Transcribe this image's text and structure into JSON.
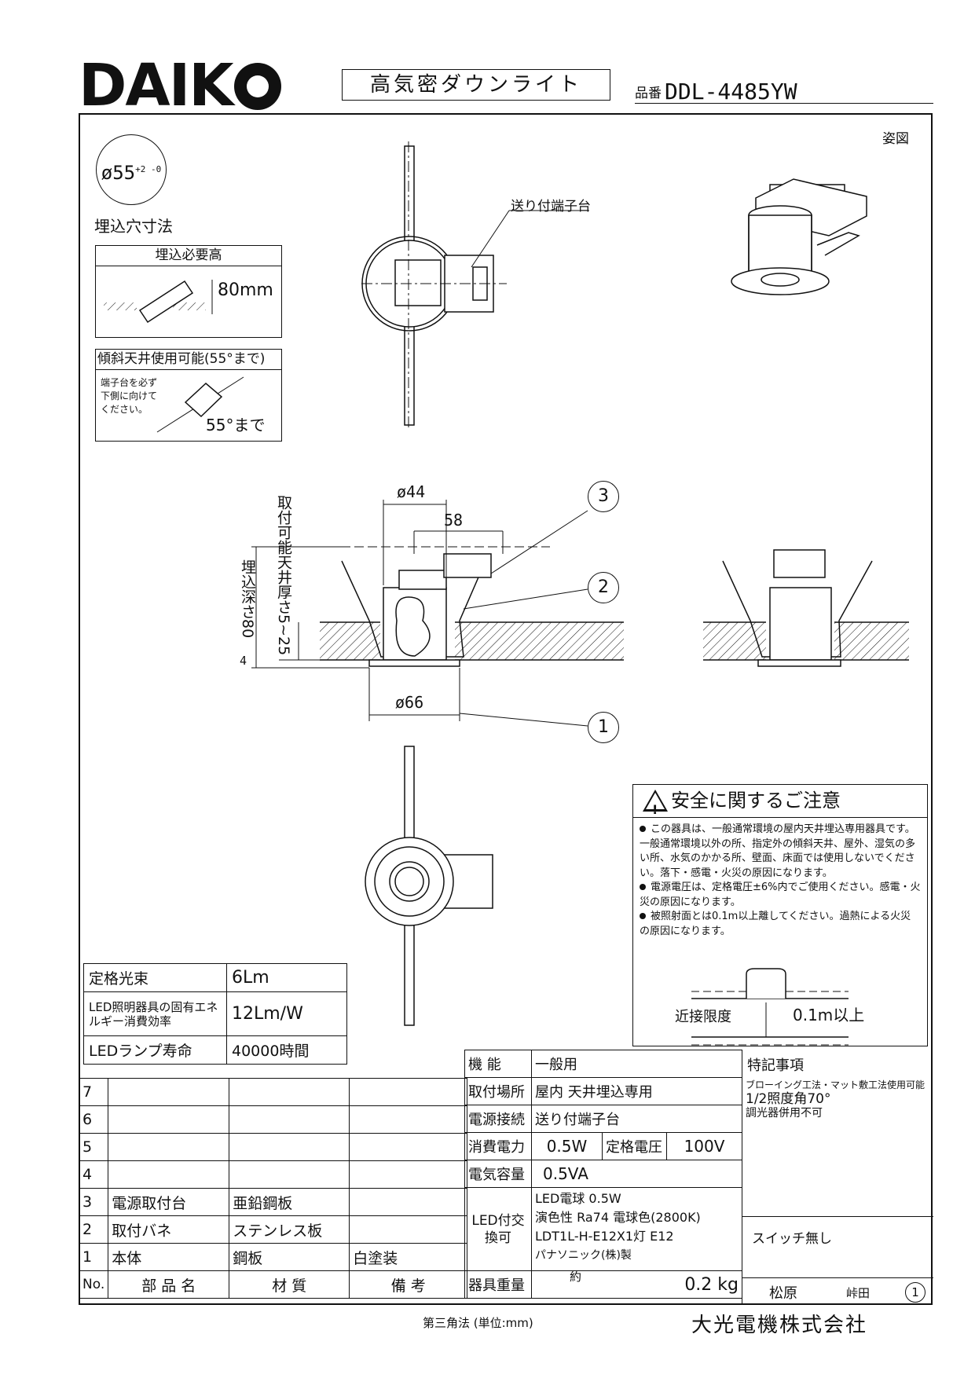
{
  "header": {
    "brand": "DAIK",
    "product_title": "高気密ダウンライト",
    "model_label": "品番",
    "model_number": "DDL-4485YW"
  },
  "top_section": {
    "figure_label": "姿図",
    "bore_diameter": "ø55",
    "bore_tolerance": "+2 -0",
    "bore_label": "埋込穴寸法",
    "embed_height_title": "埋込必要高",
    "embed_height_value": "80mm",
    "slope_title": "傾斜天井使用可能(55°まで)",
    "slope_note": "端子台を必ず下側に向けてください。",
    "slope_value": "55°まで",
    "terminal_label": "送り付端子台"
  },
  "section_view": {
    "dim_phi44": "ø44",
    "dim_58": "58",
    "dim_phi66": "ø66",
    "dim_depth": "埋込深さ80",
    "dim_ceiling": "取付可能天井厚さ5~25",
    "dim_4": "4",
    "callouts": [
      "3",
      "2",
      "1"
    ]
  },
  "caution": {
    "title": "安全に関するご注意",
    "items": [
      "この器具は、一般通常環境の屋内天井埋込専用器具です。一般通常環境以外の所、指定外の傾斜天井、屋外、湿気の多い所、水気のかかる所、壁面、床面では使用しないでください。落下・感電・火災の原因になります。",
      "電源電圧は、定格電圧±6%内でご使用ください。感電・火災の原因になります。",
      "被照射面とは0.1m以上離してください。過熱による火災の原因になります。"
    ],
    "proximity_label": "近接限度",
    "proximity_value": "0.1m以上"
  },
  "specs": [
    {
      "label": "定格光束",
      "value": "6Lm"
    },
    {
      "label": "LED照明器具の固有エネルギー消費効率",
      "value": "12Lm/W"
    },
    {
      "label": "LEDランプ寿命",
      "value": "40000時間"
    }
  ],
  "parts": {
    "rows": [
      {
        "no": "7",
        "name": "",
        "material": "",
        "note": ""
      },
      {
        "no": "6",
        "name": "",
        "material": "",
        "note": ""
      },
      {
        "no": "5",
        "name": "",
        "material": "",
        "note": ""
      },
      {
        "no": "4",
        "name": "",
        "material": "",
        "note": ""
      },
      {
        "no": "3",
        "name": "電源取付台",
        "material": "亜鉛鋼板",
        "note": ""
      },
      {
        "no": "2",
        "name": "取付バネ",
        "material": "ステンレス板",
        "note": ""
      },
      {
        "no": "1",
        "name": "本体",
        "material": "鋼板",
        "note": "白塗装"
      }
    ],
    "header": {
      "no": "No.",
      "name": "部 品 名",
      "material": "材 質",
      "note": "備 考"
    }
  },
  "info": {
    "function_label": "機 能",
    "function_value": "一般用",
    "location_label": "取付場所",
    "location_value": "屋内 天井埋込専用",
    "connection_label": "電源接続",
    "connection_value": "送り付端子台",
    "power_label": "消費電力",
    "power_value": "0.5W",
    "voltage_label": "定格電圧",
    "voltage_value": "100V",
    "capacity_label": "電気容量",
    "capacity_value": "0.5VA",
    "led_label": "LED付交換可",
    "led_lines": [
      "LED電球 0.5W",
      "演色性 Ra74 電球色(2800K)",
      "LDT1L-H-E12X1灯 E12",
      "パナソニック(株)製"
    ],
    "weight_label": "器具重量",
    "weight_approx": "約",
    "weight_value": "0.2 kg"
  },
  "notes": {
    "title": "特記事項",
    "lines": [
      "ブローイング工法・マット敷工法使用可能",
      "1/2照度角70°",
      "調光器併用不可"
    ],
    "switch": "スイッチ無し",
    "drawn_by": "松原",
    "checked_by": "峠田",
    "revision": "1"
  },
  "footer": {
    "method": "第三角法 (単位:mm)",
    "company": "大光電機株式会社"
  }
}
